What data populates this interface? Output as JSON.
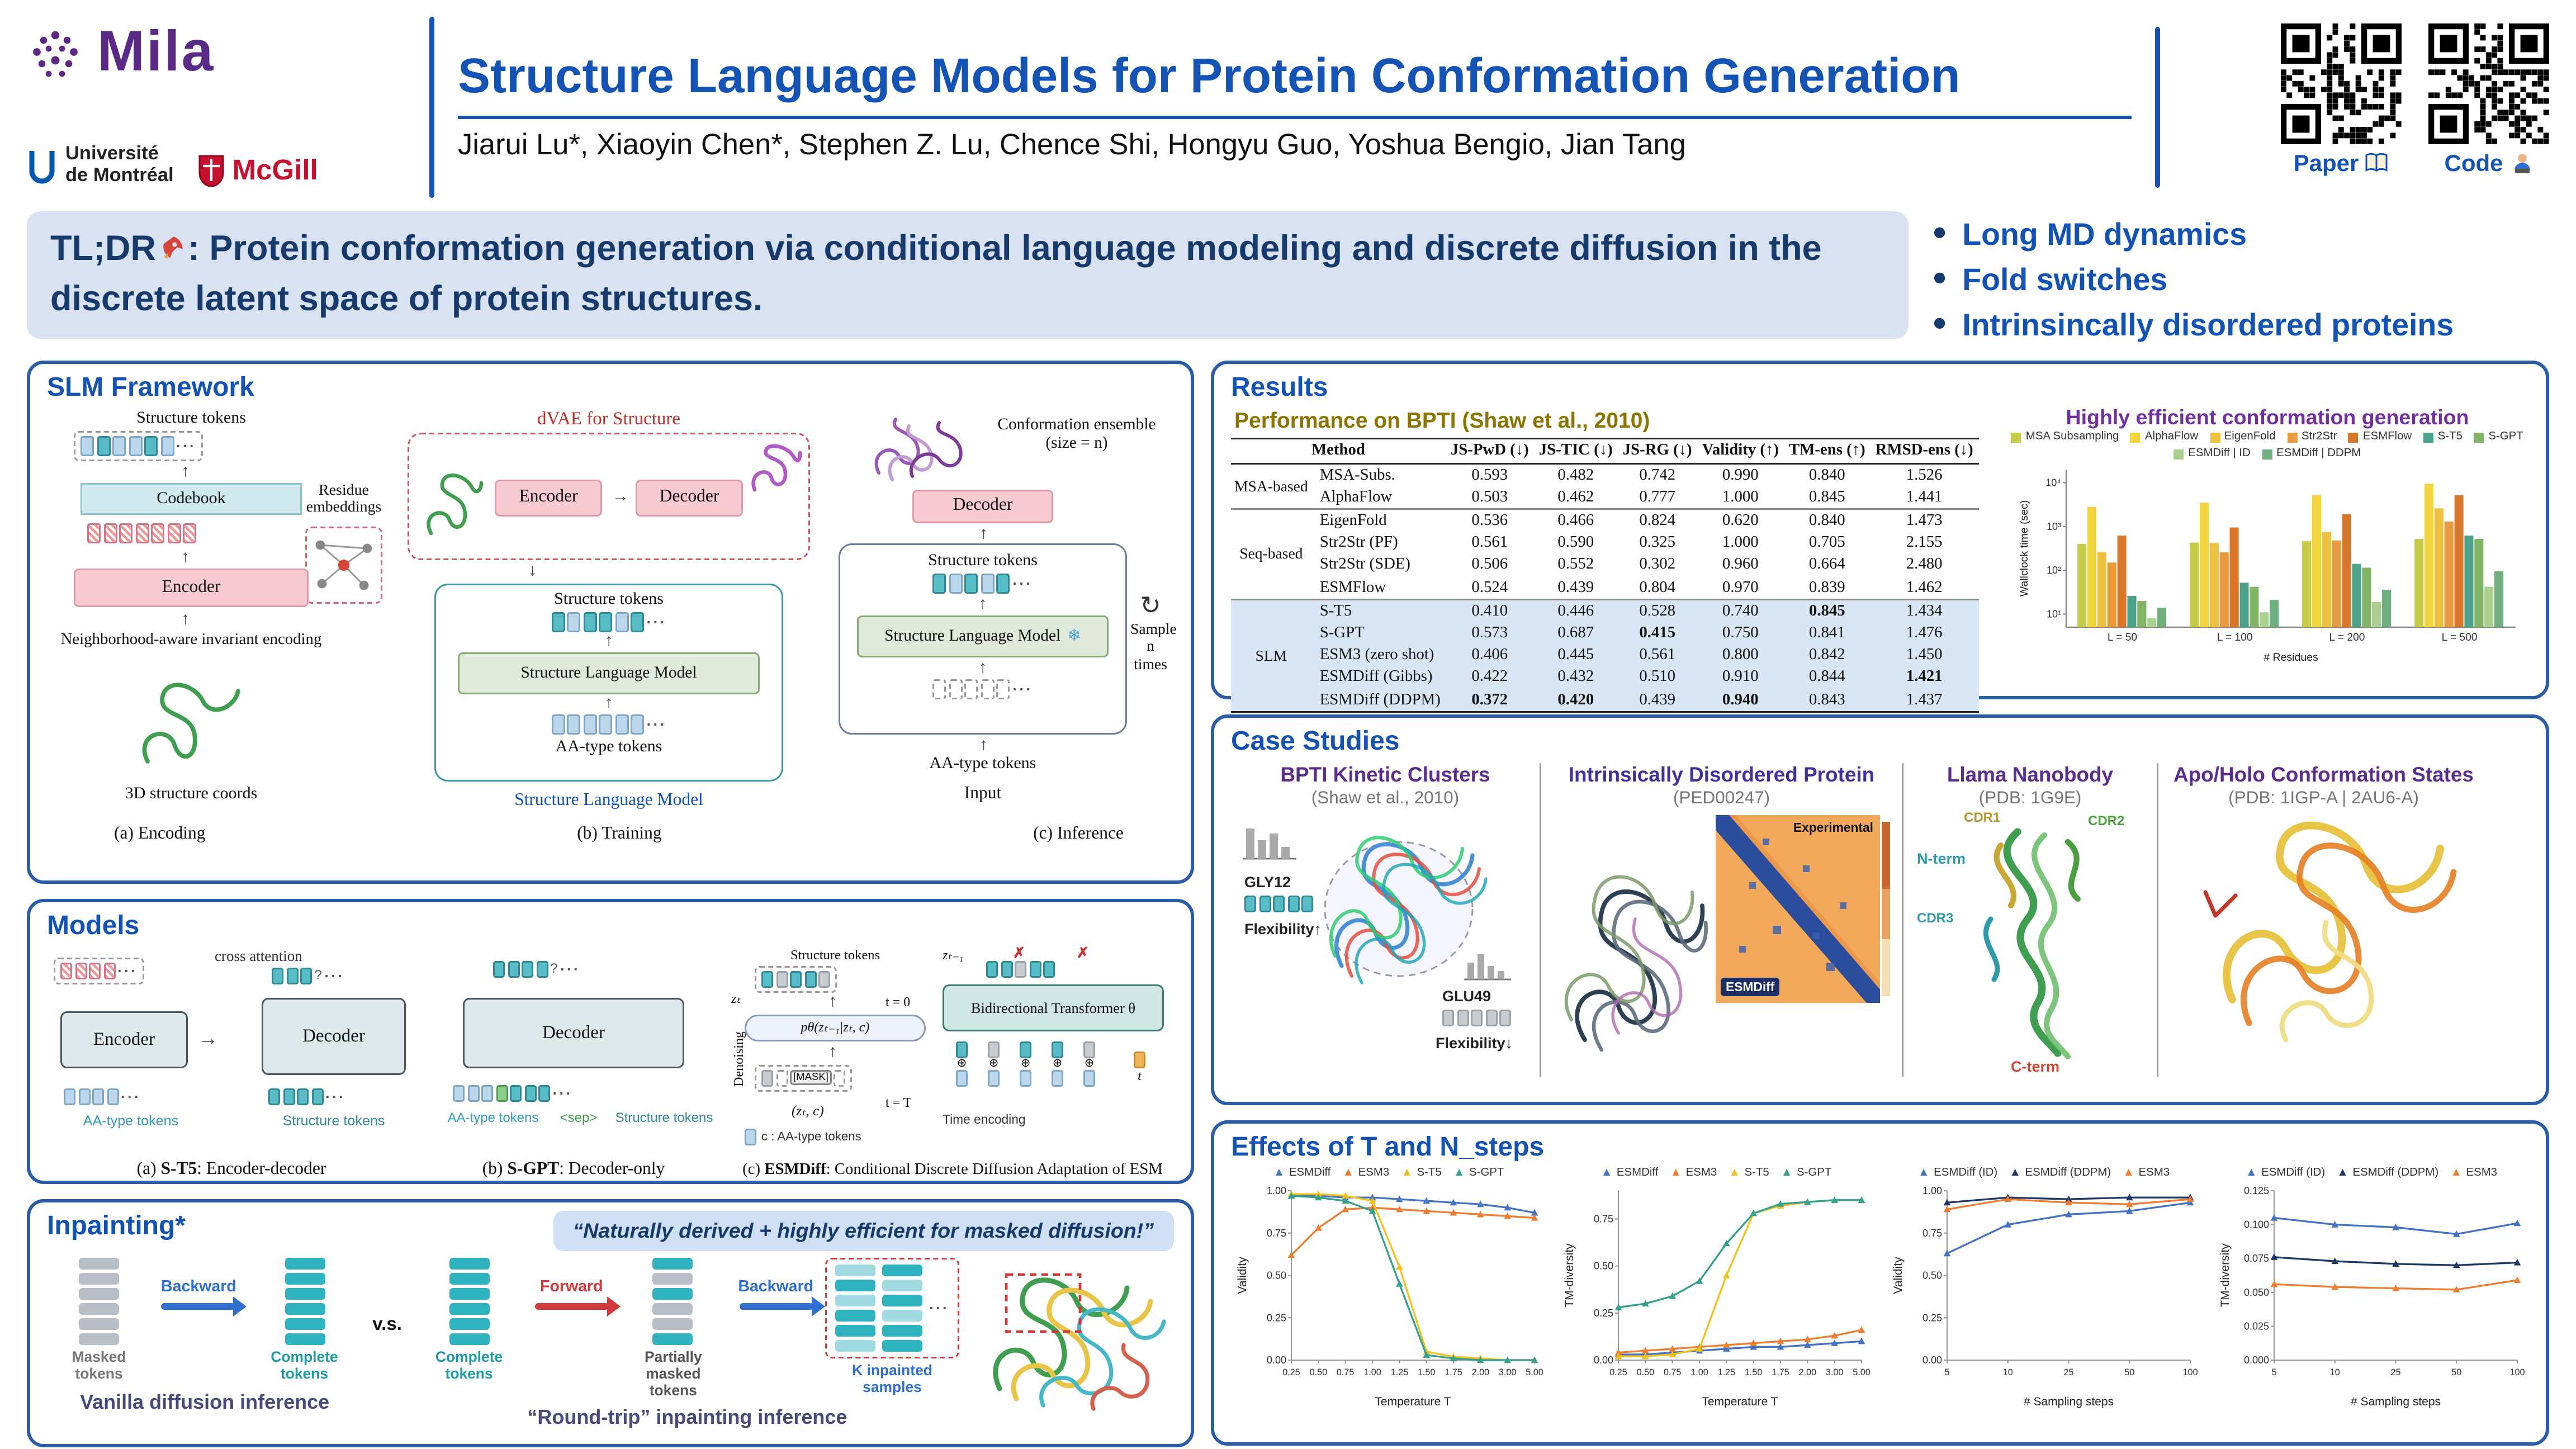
{
  "header": {
    "mila": "Mila",
    "udem1": "Université",
    "udem2": "de Montréal",
    "mcgill": "McGill",
    "title": "Structure Language Models for Protein Conformation Generation",
    "authors": "Jiarui Lu*, Xiaoyin Chen*, Stephen Z. Lu, Chence Shi, Hongyu Guo, Yoshua Bengio, Jian Tang",
    "paper_label": "Paper",
    "code_label": "Code"
  },
  "tldr": {
    "prefix": "TL;DR",
    "rest": ": Protein conformation generation via conditional language modeling and discrete diffusion in the discrete latent space of protein structures.",
    "bullets": [
      "Long MD dynamics",
      "Fold switches",
      "Intrinsincally disordered proteins"
    ]
  },
  "framework": {
    "title": "SLM Framework",
    "enc": {
      "structure_tokens": "Structure tokens",
      "codebook": "Codebook",
      "encoder": "Encoder",
      "residue": "Residue embeddings",
      "neighborhood": "Neighborhood-aware invariant encoding",
      "coords": "3D structure coords",
      "caption": "(a) Encoding"
    },
    "train": {
      "dvae": "dVAE for Structure",
      "encoder": "Encoder",
      "decoder": "Decoder",
      "structure_tokens": "Structure tokens",
      "slm": "Structure Language Model",
      "aa": "AA-type tokens",
      "slm_caption": "Structure Language Model",
      "caption": "(b) Training"
    },
    "inf": {
      "ensemble": "Conformation ensemble (size = n)",
      "decoder": "Decoder",
      "structure_tokens": "Structure tokens",
      "slm": "Structure Language Model",
      "snow": "❄",
      "cycle": "↻",
      "sample": "Sample n times",
      "aa": "AA-type tokens",
      "input": "Input",
      "caption": "(c) Inference"
    }
  },
  "models": {
    "title": "Models",
    "st5": {
      "cross": "cross attention",
      "encoder": "Encoder",
      "decoder": "Decoder",
      "aa": "AA-type tokens",
      "st": "Structure tokens",
      "cap_pre": "(a) ",
      "cap_bold": "S-T5",
      "cap_rest": ": Encoder-decoder"
    },
    "sgpt": {
      "decoder": "Decoder",
      "aa": "AA-type tokens",
      "sep": "<sep>",
      "st": "Structure tokens",
      "cap_pre": "(b) ",
      "cap_bold": "S-GPT",
      "cap_rest": ": Decoder-only"
    },
    "esmdiff": {
      "st": "Structure tokens",
      "zt1": "zₜ₋₁",
      "zt": "zₜ",
      "t0": "t = 0",
      "tT": "t = T",
      "p": "pθ(zₜ₋₁|zₜ, c)",
      "denoise": "Denoising",
      "mask": "[MASK]",
      "ztc": "(zₜ, c)",
      "aa_note": "c : AA-type tokens",
      "transformer": "Bidirectional Transformer θ",
      "time": "Time encoding",
      "t": "t",
      "cap_pre": "(c) ",
      "cap_bold": "ESMDiff",
      "cap_rest": ": Conditional Discrete Diffusion Adaptation of ESM"
    }
  },
  "inpainting": {
    "title": "Inpainting*",
    "quote": "“Naturally derived + highly efficient for masked diffusion!”",
    "masked": "Masked tokens",
    "complete": "Complete tokens",
    "backward": "Backward",
    "forward": "Forward",
    "vs": "v.s.",
    "partial": "Partially masked tokens",
    "ksamples": "K inpainted samples",
    "vanilla": "Vanilla diffusion inference",
    "roundtrip": "“Round-trip” inpainting inference"
  },
  "results": {
    "title": "Results",
    "subtitle": "Performance on BPTI (Shaw et al., 2010)",
    "efficiency_title": "Highly efficient conformation generation",
    "table": {
      "columns": [
        "Method",
        "JS-PwD (↓)",
        "JS-TIC (↓)",
        "JS-RG (↓)",
        "Validity (↑)",
        "TM-ens (↑)",
        "RMSD-ens (↓)"
      ],
      "groups": [
        {
          "name": "MSA-based",
          "highlight": false,
          "rows": [
            {
              "method": "MSA-Subs.",
              "values": [
                "0.593",
                "0.482",
                "0.742",
                "0.990",
                "0.840",
                "1.526"
              ],
              "bold": []
            },
            {
              "method": "AlphaFlow",
              "values": [
                "0.503",
                "0.462",
                "0.777",
                "1.000",
                "0.845",
                "1.441"
              ],
              "bold": []
            }
          ]
        },
        {
          "name": "Seq-based",
          "highlight": false,
          "rows": [
            {
              "method": "EigenFold",
              "values": [
                "0.536",
                "0.466",
                "0.824",
                "0.620",
                "0.840",
                "1.473"
              ],
              "bold": []
            },
            {
              "method": "Str2Str (PF)",
              "values": [
                "0.561",
                "0.590",
                "0.325",
                "1.000",
                "0.705",
                "2.155"
              ],
              "bold": []
            },
            {
              "method": "Str2Str (SDE)",
              "values": [
                "0.506",
                "0.552",
                "0.302",
                "0.960",
                "0.664",
                "2.480"
              ],
              "bold": []
            },
            {
              "method": "ESMFlow",
              "values": [
                "0.524",
                "0.439",
                "0.804",
                "0.970",
                "0.839",
                "1.462"
              ],
              "bold": []
            }
          ]
        },
        {
          "name": "SLM",
          "highlight": true,
          "rows": [
            {
              "method": "S-T5",
              "values": [
                "0.410",
                "0.446",
                "0.528",
                "0.740",
                "0.845",
                "1.434"
              ],
              "bold": [
                4
              ]
            },
            {
              "method": "S-GPT",
              "values": [
                "0.573",
                "0.687",
                "0.415",
                "0.750",
                "0.841",
                "1.476"
              ],
              "bold": [
                2
              ]
            },
            {
              "method": "ESM3 (zero shot)",
              "values": [
                "0.406",
                "0.445",
                "0.561",
                "0.800",
                "0.842",
                "1.450"
              ],
              "bold": []
            },
            {
              "method": "ESMDiff (Gibbs)",
              "values": [
                "0.422",
                "0.432",
                "0.510",
                "0.910",
                "0.844",
                "1.421"
              ],
              "bold": [
                5
              ]
            },
            {
              "method": "ESMDiff (DDPM)",
              "values": [
                "0.372",
                "0.420",
                "0.439",
                "0.940",
                "0.843",
                "1.437"
              ],
              "bold": [
                0,
                1,
                3
              ]
            }
          ]
        }
      ]
    }
  },
  "case_studies": {
    "title": "Case Studies",
    "col1": {
      "title": "BPTI Kinetic Clusters",
      "subtitle": "(Shaw et al., 2010)",
      "gly": "GLY12",
      "flex_up": "Flexibility↑",
      "glu": "GLU49",
      "flex_down": "Flexibility↓"
    },
    "col2": {
      "title": "Intrinsically Disordered Protein",
      "subtitle": "(PED00247)",
      "experimental": "Experimental",
      "esmdiff": "ESMDiff"
    },
    "col3": {
      "title": "Llama Nanobody",
      "subtitle": "(PDB: 1G9E)",
      "nterm": "N-term",
      "cterm": "C-term",
      "cdr1": "CDR1",
      "cdr2": "CDR2",
      "cdr3": "CDR3"
    },
    "col4": {
      "title": "Apo/Holo Conformation States",
      "subtitle": "(PDB: 1IGP-A | 2AU6-A)"
    }
  },
  "effects": {
    "title": "Effects of T and N_steps"
  },
  "misc": {
    "dots": "···",
    "q": "?"
  },
  "chart_data": {
    "efficiency": {
      "type": "bar",
      "title": "Highly efficient conformation generation",
      "ylabel": "Wallclock time (sec)",
      "xlabel": "# Residues",
      "yscale": "log",
      "yticks_exp": [
        1,
        2,
        3,
        4
      ],
      "categories": [
        "L = 50",
        "L = 100",
        "L = 200",
        "L = 500"
      ],
      "series": [
        {
          "name": "MSA Subsampling",
          "color": "#c6cc45",
          "values": [
            400,
            430,
            460,
            520
          ]
        },
        {
          "name": "AlphaFlow",
          "color": "#f1d43e",
          "values": [
            2800,
            3500,
            5200,
            9500
          ]
        },
        {
          "name": "EigenFold",
          "color": "#edc13f",
          "values": [
            260,
            420,
            750,
            2600
          ]
        },
        {
          "name": "Str2Str",
          "color": "#e89a3c",
          "values": [
            150,
            260,
            480,
            1300
          ]
        },
        {
          "name": "ESMFlow",
          "color": "#d9772b",
          "values": [
            620,
            950,
            1900,
            5200
          ]
        },
        {
          "name": "S-T5",
          "color": "#4da28c",
          "values": [
            26,
            52,
            140,
            620
          ]
        },
        {
          "name": "S-GPT",
          "color": "#83b566",
          "values": [
            20,
            42,
            115,
            520
          ]
        },
        {
          "name": "ESMDiff | ID",
          "color": "#abcf8e",
          "values": [
            8,
            11,
            19,
            42
          ]
        },
        {
          "name": "ESMDiff | DDPM",
          "color": "#6fae7d",
          "values": [
            14,
            21,
            36,
            95
          ]
        }
      ]
    },
    "validity_vs_T": {
      "type": "line",
      "ylabel": "Validity",
      "xlabel": "Temperature T",
      "ylim": [
        0,
        1.0
      ],
      "yticks": [
        0,
        0.25,
        0.5,
        0.75,
        1.0
      ],
      "ydecimals": 2,
      "x": [
        "0.25",
        "0.50",
        "0.75",
        "1.00",
        "1.25",
        "1.50",
        "1.75",
        "2.00",
        "3.00",
        "5.00"
      ],
      "series": [
        {
          "name": "ESMDiff",
          "color": "#4472c4",
          "values": [
            0.97,
            0.97,
            0.96,
            0.96,
            0.95,
            0.94,
            0.93,
            0.92,
            0.9,
            0.87
          ]
        },
        {
          "name": "ESM3",
          "color": "#ed7d31",
          "values": [
            0.62,
            0.78,
            0.89,
            0.9,
            0.89,
            0.88,
            0.87,
            0.86,
            0.85,
            0.84
          ]
        },
        {
          "name": "S-T5",
          "color": "#f2c11e",
          "values": [
            0.98,
            0.98,
            0.97,
            0.94,
            0.55,
            0.05,
            0.02,
            0.01,
            0.0,
            0.0
          ]
        },
        {
          "name": "S-GPT",
          "color": "#35a08c",
          "values": [
            0.97,
            0.96,
            0.94,
            0.88,
            0.45,
            0.03,
            0.01,
            0.0,
            0.0,
            0.0
          ]
        }
      ]
    },
    "tmdiv_vs_T": {
      "type": "line",
      "ylabel": "TM-diversity",
      "xlabel": "Temperature T",
      "ylim": [
        0,
        0.9
      ],
      "yticks": [
        0,
        0.25,
        0.5,
        0.75
      ],
      "ydecimals": 2,
      "x": [
        "0.25",
        "0.50",
        "0.75",
        "1.00",
        "1.25",
        "1.50",
        "1.75",
        "2.00",
        "3.00",
        "5.00"
      ],
      "series": [
        {
          "name": "ESMDiff",
          "color": "#4472c4",
          "values": [
            0.03,
            0.03,
            0.04,
            0.05,
            0.06,
            0.07,
            0.07,
            0.08,
            0.09,
            0.1
          ]
        },
        {
          "name": "ESM3",
          "color": "#ed7d31",
          "values": [
            0.04,
            0.05,
            0.06,
            0.07,
            0.08,
            0.09,
            0.1,
            0.11,
            0.13,
            0.16
          ]
        },
        {
          "name": "S-T5",
          "color": "#f2c11e",
          "values": [
            0.02,
            0.02,
            0.03,
            0.06,
            0.45,
            0.78,
            0.82,
            0.84,
            0.85,
            0.85
          ]
        },
        {
          "name": "S-GPT",
          "color": "#35a08c",
          "values": [
            0.28,
            0.3,
            0.34,
            0.42,
            0.62,
            0.78,
            0.83,
            0.84,
            0.85,
            0.85
          ]
        }
      ]
    },
    "validity_vs_steps": {
      "type": "line",
      "ylabel": "Validity",
      "xlabel": "# Sampling steps",
      "ylim": [
        0,
        1.0
      ],
      "yticks": [
        0,
        0.25,
        0.5,
        0.75,
        1.0
      ],
      "ydecimals": 2,
      "x": [
        "5",
        "10",
        "25",
        "50",
        "100"
      ],
      "series": [
        {
          "name": "ESMDiff (ID)",
          "color": "#4472c4",
          "values": [
            0.63,
            0.8,
            0.86,
            0.88,
            0.93
          ]
        },
        {
          "name": "ESMDiff (DDPM)",
          "color": "#203864",
          "values": [
            0.93,
            0.96,
            0.95,
            0.96,
            0.96
          ]
        },
        {
          "name": "ESM3",
          "color": "#ed7d31",
          "values": [
            0.89,
            0.95,
            0.93,
            0.92,
            0.95
          ]
        }
      ]
    },
    "tmdiv_vs_steps": {
      "type": "line",
      "ylabel": "TM-diversity",
      "xlabel": "# Sampling steps",
      "ylim": [
        0,
        0.125
      ],
      "yticks": [
        0,
        0.025,
        0.05,
        0.075,
        0.1,
        0.125
      ],
      "ydecimals": 3,
      "x": [
        "5",
        "10",
        "25",
        "50",
        "100"
      ],
      "series": [
        {
          "name": "ESMDiff (ID)",
          "color": "#4472c4",
          "values": [
            0.105,
            0.1,
            0.098,
            0.093,
            0.101
          ]
        },
        {
          "name": "ESMDiff (DDPM)",
          "color": "#203864",
          "values": [
            0.076,
            0.073,
            0.071,
            0.07,
            0.072
          ]
        },
        {
          "name": "ESM3",
          "color": "#ed7d31",
          "values": [
            0.056,
            0.054,
            0.053,
            0.052,
            0.059
          ]
        }
      ]
    }
  }
}
